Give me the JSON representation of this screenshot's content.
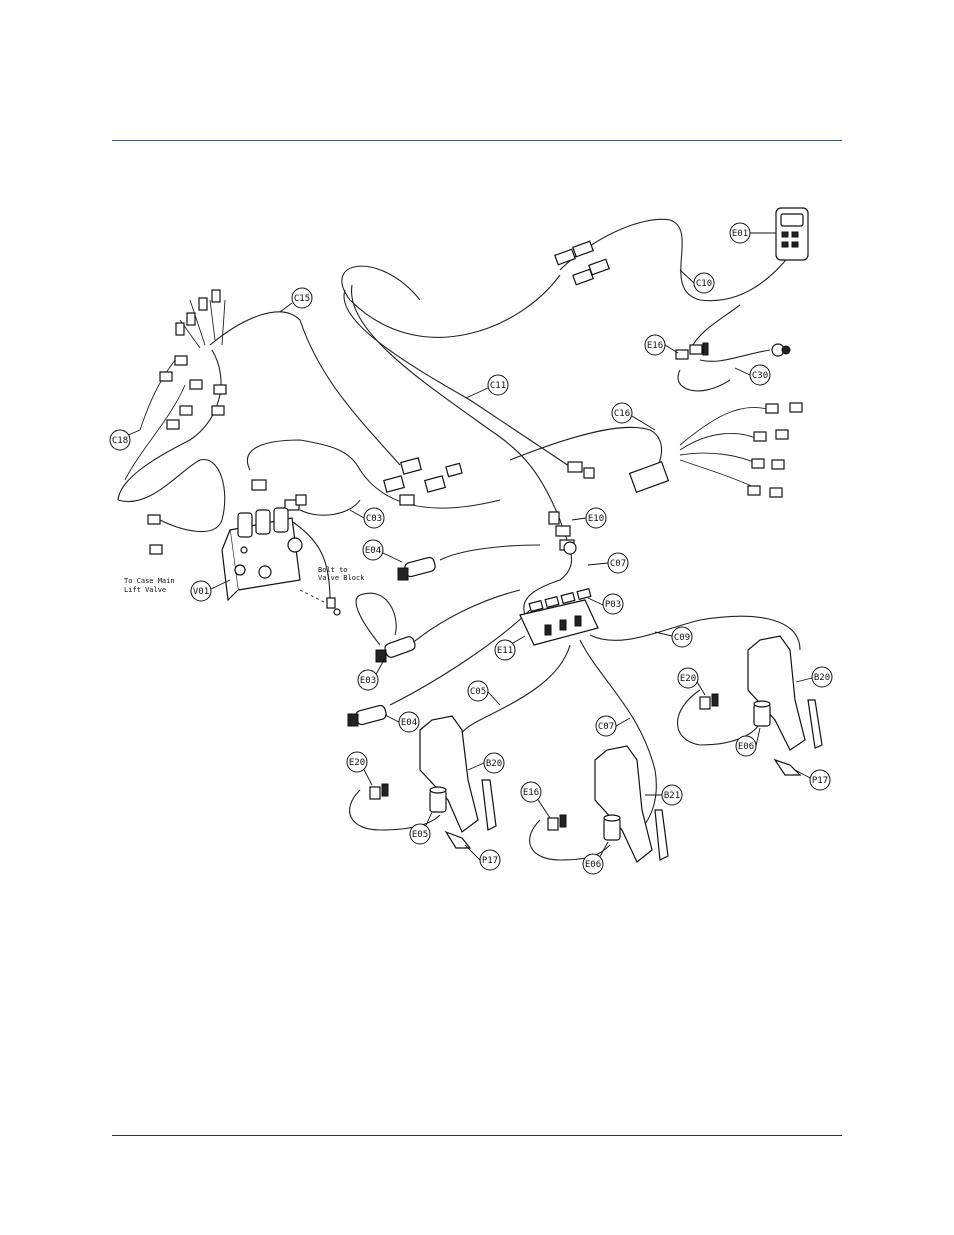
{
  "rules": {
    "color_top": "#3c5a78",
    "color_bottom": "#333333"
  },
  "callouts": {
    "e01": "E01",
    "c10": "C10",
    "e16_top": "E16",
    "c30": "C30",
    "c15": "C15",
    "c11": "C11",
    "c16": "C16",
    "c18": "C18",
    "c03": "C03",
    "e10": "E10",
    "e04_top": "E04",
    "c07_top": "C07",
    "v01": "V01",
    "p03": "P03",
    "c09": "C09",
    "e11": "E11",
    "e03": "E03",
    "e20_right": "E20",
    "b20_right": "B20",
    "e04_mid": "E04",
    "c05": "C05",
    "c07_mid": "C07",
    "e06_right": "E06",
    "e20_left": "E20",
    "b20_left": "B20",
    "e16_mid": "E16",
    "b21": "B21",
    "p17_right": "P17",
    "e05": "E05",
    "e06_mid": "E06",
    "p17_left": "P17"
  },
  "notes": {
    "valve_line1": "To Case Main",
    "valve_line2": "Lift Valve",
    "block_line1": "Bolt to",
    "block_line2": "Valve Block"
  }
}
